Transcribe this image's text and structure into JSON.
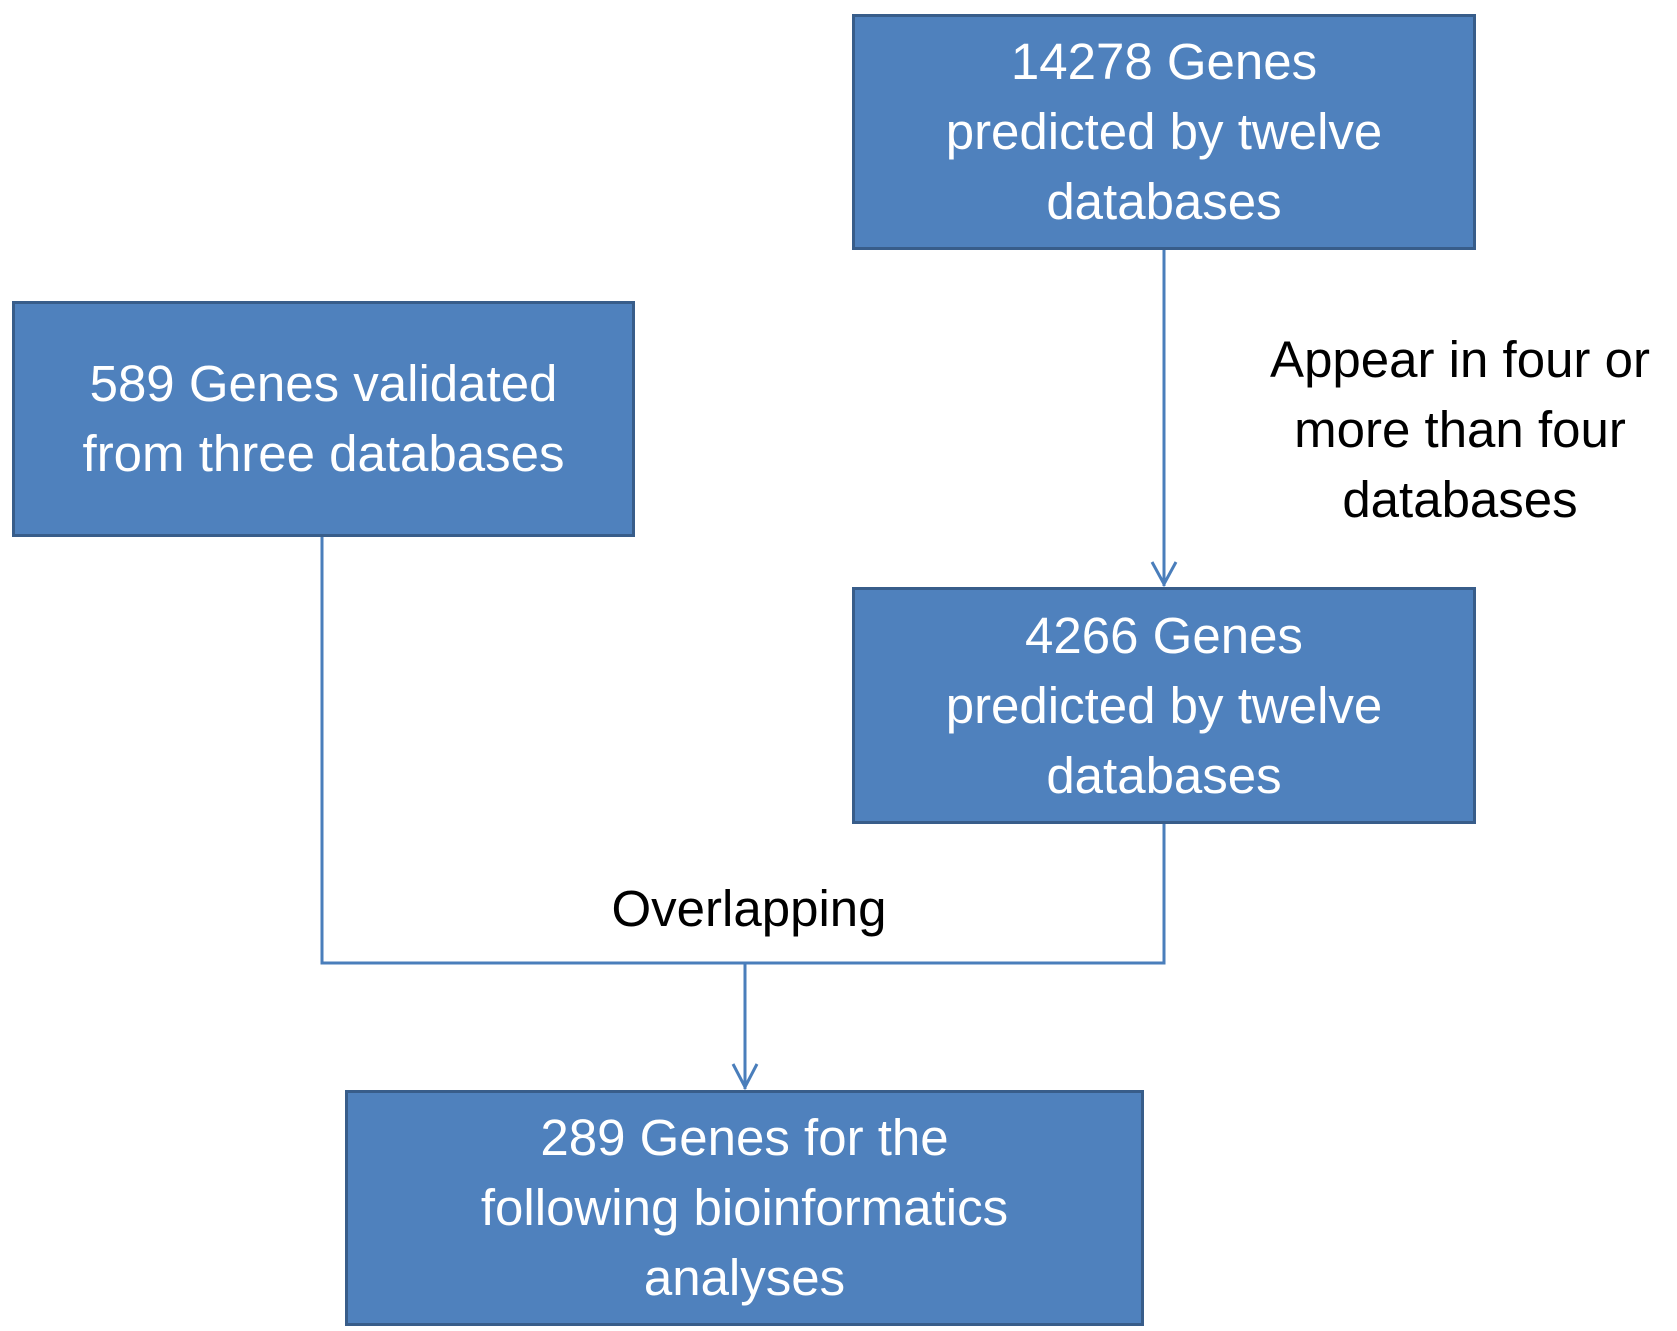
{
  "boxes": {
    "top_right": {
      "lines": [
        "14278 Genes",
        "predicted by twelve",
        "databases"
      ]
    },
    "left": {
      "lines": [
        "589 Genes validated",
        "from three databases"
      ]
    },
    "middle_right": {
      "lines": [
        "4266 Genes",
        "predicted by twelve",
        "databases"
      ]
    },
    "bottom": {
      "lines": [
        "289 Genes for the",
        "following bioinformatics",
        "analyses"
      ]
    }
  },
  "labels": {
    "filter_step": {
      "lines": [
        "Appear in four or",
        "more than four",
        "databases"
      ]
    },
    "overlap_step": "Overlapping"
  },
  "colors": {
    "box_fill": "#4f81bd",
    "box_border": "#385d8a",
    "connector": "#4a7ebb",
    "box_text": "#ffffff",
    "label_text": "#000000"
  }
}
